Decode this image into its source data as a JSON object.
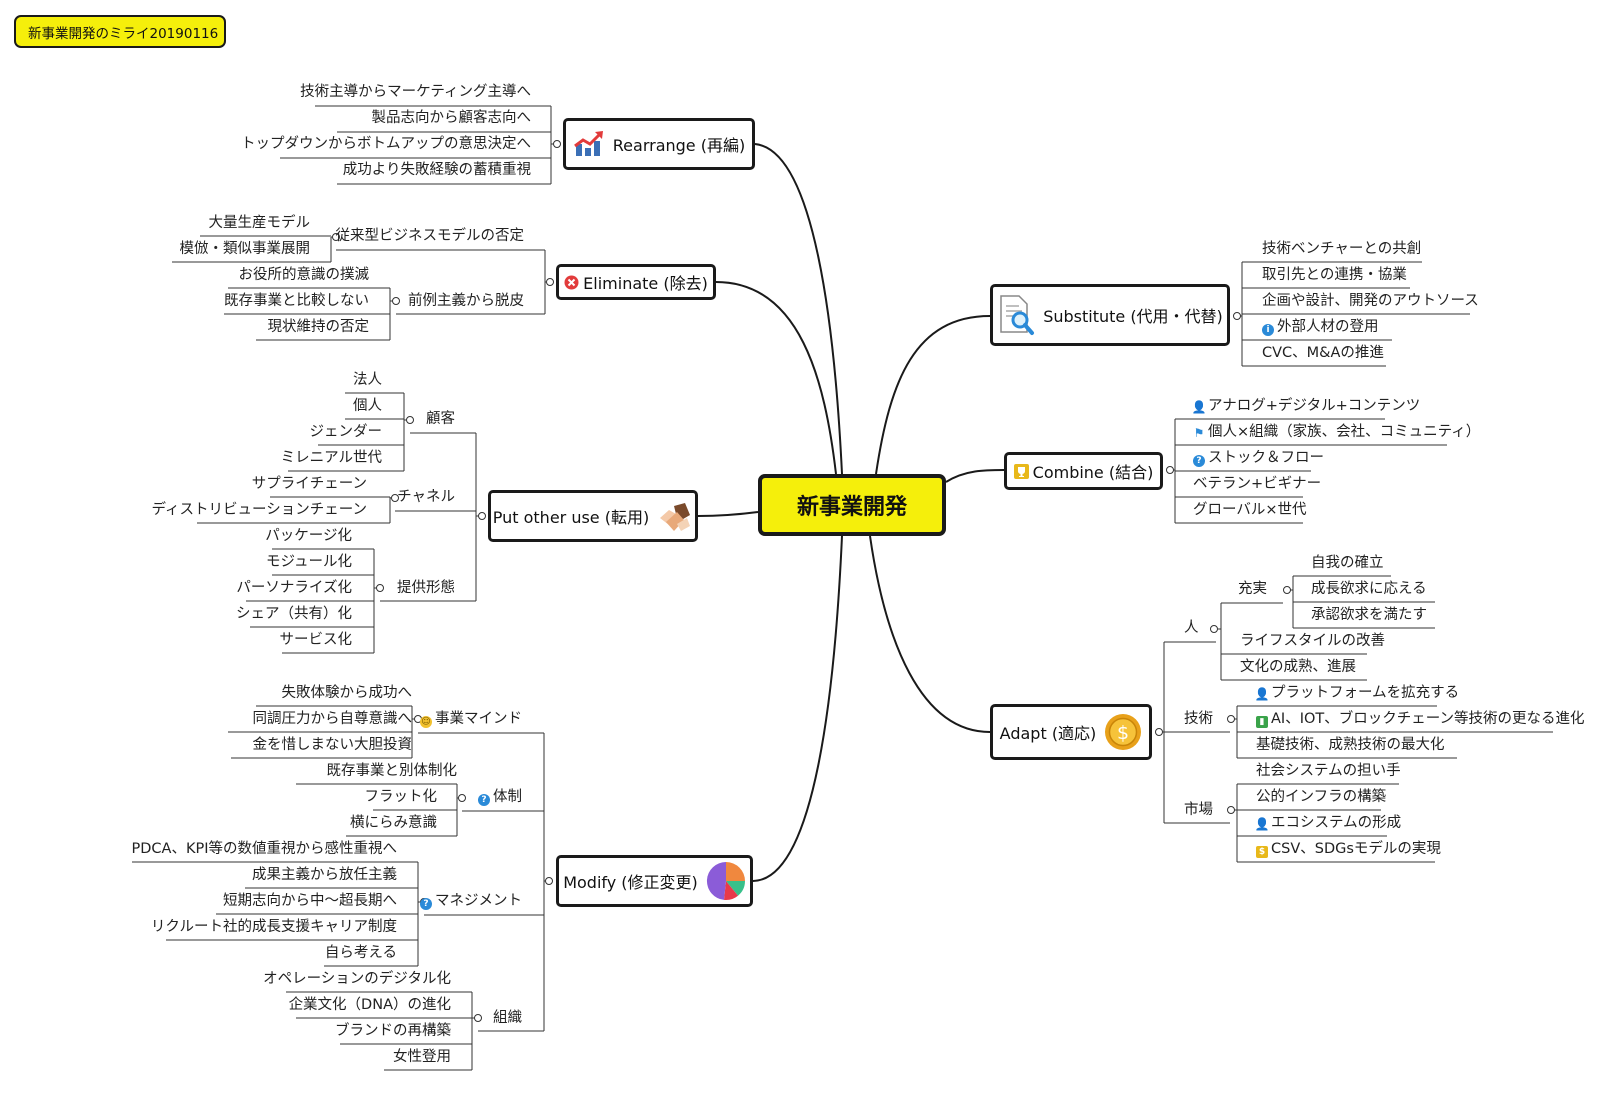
{
  "title": "新事業開発のミライ20190116",
  "center": "新事業開発",
  "rearrange": {
    "label": "Rearrange (再編)",
    "items": [
      "技術主導からマーケティング主導へ",
      "製品志向から顧客志向へ",
      "トップダウンからボトムアップの意思決定へ",
      "成功より失敗経験の蓄積重視"
    ]
  },
  "eliminate": {
    "label": "Eliminate (除去)",
    "groups": [
      {
        "label": "従来型ビジネスモデルの否定",
        "items": [
          "大量生産モデル",
          "模倣・類似事業展開"
        ]
      },
      {
        "label": "前例主義から脱皮",
        "items": [
          "お役所的意識の撲滅",
          "既存事業と比較しない",
          "現状維持の否定"
        ]
      }
    ]
  },
  "put_other_use": {
    "label": "Put other use (転用)",
    "groups": [
      {
        "label": "顧客",
        "items": [
          "法人",
          "個人",
          "ジェンダー",
          "ミレニアル世代"
        ]
      },
      {
        "label": "チャネル",
        "items": [
          "サプライチェーン",
          "ディストリビューションチェーン"
        ]
      },
      {
        "label": "提供形態",
        "items": [
          "パッケージ化",
          "モジュール化",
          "パーソナライズ化",
          "シェア（共有）化",
          "サービス化"
        ]
      }
    ]
  },
  "modify": {
    "label": "Modify (修正変更)",
    "groups": [
      {
        "label": "事業マインド",
        "items": [
          "失敗体験から成功へ",
          "同調圧力から自尊意識へ",
          "金を惜しまない大胆投資"
        ]
      },
      {
        "label": "体制",
        "items": [
          "既存事業と別体制化",
          "フラット化",
          "横にらみ意識"
        ]
      },
      {
        "label": "マネジメント",
        "items": [
          "PDCA、KPI等の数値重視から感性重視へ",
          "成果主義から放任主義",
          "短期志向から中〜超長期へ",
          "リクルート社的成長支援キャリア制度",
          "自ら考える"
        ]
      },
      {
        "label": "組織",
        "items": [
          "オペレーションのデジタル化",
          "企業文化（DNA）の進化",
          "ブランドの再構築",
          "女性登用"
        ]
      }
    ]
  },
  "substitute": {
    "label": "Substitute (代用・代替)",
    "items": [
      "技術ベンチャーとの共創",
      "取引先との連携・協業",
      "企画や設計、開発のアウトソース",
      "外部人材の登用",
      "CVC、M&Aの推進"
    ]
  },
  "combine": {
    "label": "Combine (結合)",
    "items": [
      "アナログ+デジタル+コンテンツ",
      "個人×組織（家族、会社、コミュニティ）",
      "ストック＆フロー",
      "ベテラン+ビギナー",
      "グローバル×世代"
    ]
  },
  "adapt": {
    "label": "Adapt (適応)",
    "groups": [
      {
        "label": "人",
        "sub": {
          "label": "充実",
          "items": [
            "自我の確立",
            "成長欲求に応える",
            "承認欲求を満たす"
          ]
        },
        "items": [
          "ライフスタイルの改善",
          "文化の成熟、進展"
        ]
      },
      {
        "label": "技術",
        "items": [
          "プラットフォームを拡充する",
          "AI、IOT、ブロックチェーン等技術の更なる進化",
          "基礎技術、成熟技術の最大化"
        ]
      },
      {
        "label": "市場",
        "items": [
          "社会システムの担い手",
          "公的インフラの構築",
          "エコシステムの形成",
          "CSV、SDGsモデルの実現"
        ]
      }
    ]
  },
  "colors": {
    "highlight": "#f5ef0b",
    "line": "#1a1a1a",
    "thin_line": "#333333",
    "info_blue": "#2a8ad8",
    "red": "#e23b3b",
    "green": "#3aa34a",
    "gold": "#e8b81a"
  }
}
